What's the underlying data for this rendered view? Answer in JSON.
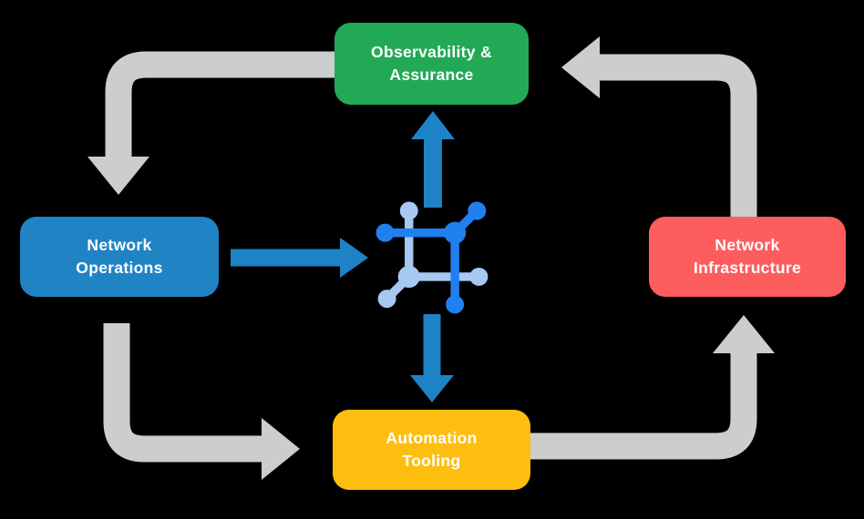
{
  "title": "Network automation lifecycle diagram",
  "canvas": {
    "background": "#000000"
  },
  "nodes": {
    "observability": {
      "line1": "Observability &",
      "line2": "Assurance",
      "color": "#22A956",
      "text_color": "#FFFFFF"
    },
    "operations": {
      "line1": "Network",
      "line2": "Operations",
      "color": "#1F83C4",
      "text_color": "#FFFFFF"
    },
    "infrastructure": {
      "line1": "Network",
      "line2": "Infrastructure",
      "color": "#FD5D5D",
      "text_color": "#FFFFFF"
    },
    "automation": {
      "line1": "Automation",
      "line2": "Tooling",
      "color": "#FEBE10",
      "text_color": "#FFFFFF"
    }
  },
  "arrows": {
    "gray_color": "#CDCDCD",
    "blue_color": "#1E82C6",
    "flows": [
      {
        "from": "Observability & Assurance",
        "to": "Network Operations",
        "style": "gray"
      },
      {
        "from": "Network Operations",
        "to": "Automation Tooling",
        "style": "gray"
      },
      {
        "from": "Automation Tooling",
        "to": "Network Infrastructure",
        "style": "gray"
      },
      {
        "from": "Network Infrastructure",
        "to": "Observability & Assurance",
        "style": "gray"
      },
      {
        "from": "Network Operations",
        "to": "center network icon",
        "style": "blue"
      },
      {
        "from": "center network icon",
        "to": "Observability & Assurance",
        "style": "blue"
      },
      {
        "from": "center network icon",
        "to": "Automation Tooling",
        "style": "blue"
      }
    ]
  },
  "icon": {
    "name": "network-mesh-icon",
    "primary_color": "#2080F0",
    "secondary_color": "#A7C8F2"
  }
}
